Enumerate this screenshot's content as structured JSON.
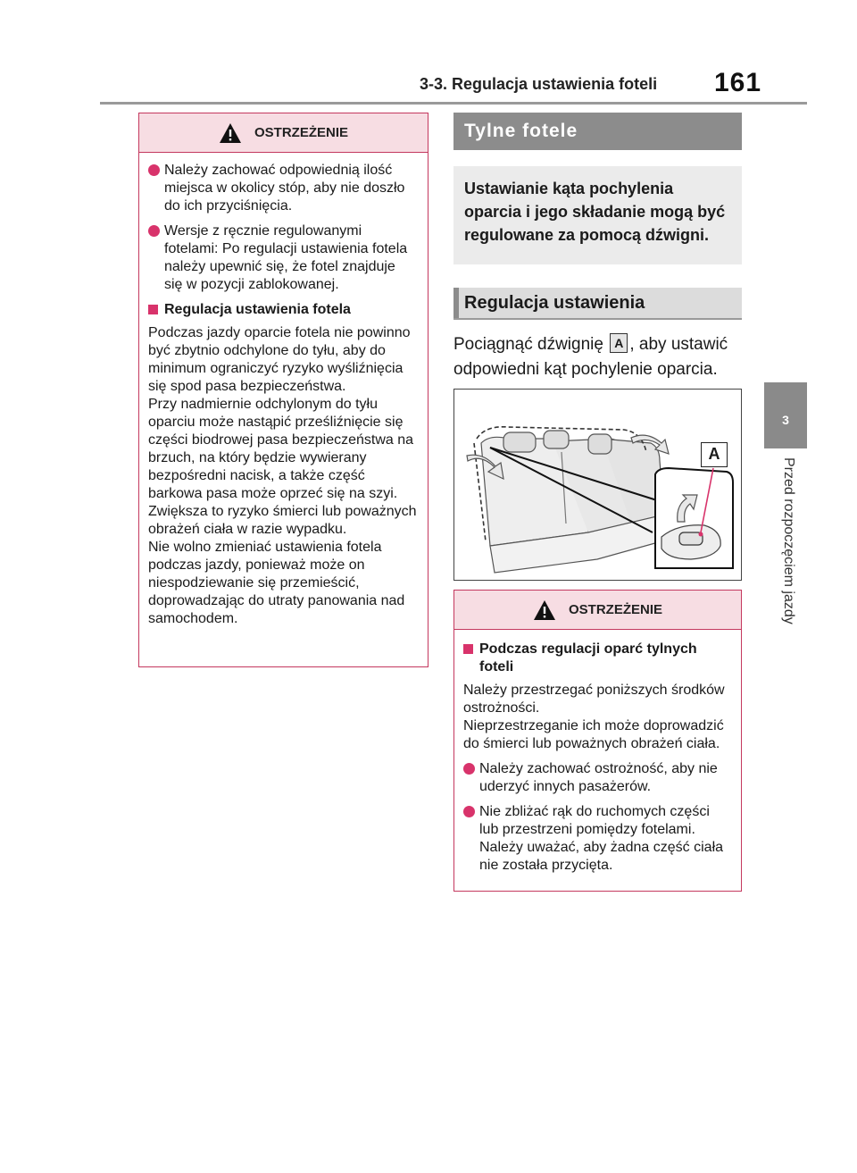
{
  "header": {
    "section_title": "3-3. Regulacja ustawienia foteli",
    "page_number": "161"
  },
  "side_tab": {
    "chapter_number": "3",
    "chapter_title": "Przed rozpoczęciem jazdy"
  },
  "left_warning": {
    "title": "OSTRZEŻENIE",
    "bullets": [
      "Należy zachować odpowiednią ilość miejsca w okolicy stóp, aby nie doszło do ich przyciśnięcia.",
      "Wersje z ręcznie regulowanymi fotelami: Po regulacji ustawienia fotela należy upewnić się, że fotel znajduje się w pozycji zablokowanej."
    ],
    "subheading": "Regulacja ustawienia fotela",
    "paragraph": "Podczas jazdy oparcie fotela nie powinno być zbytnio odchylone do tyłu, aby do minimum ograniczyć ryzyko wyśliźnięcia się spod pasa bezpieczeństwa.\nPrzy nadmiernie odchylonym do tyłu oparciu może nastąpić prześliźnięcie się części biodrowej pasa bezpieczeństwa na brzuch, na który będzie wywierany bezpośredni nacisk, a także część barkowa pasa może oprzeć się na szyi. Zwiększa to ryzyko śmierci lub poważnych obrażeń ciała w razie wypadku.\nNie wolno zmieniać ustawienia fotela podczas jazdy, ponieważ może on niespodziewanie się przemieścić, doprowadzając do utraty panowania nad samochodem."
  },
  "right_column": {
    "section_title": "Tylne fotele",
    "intro": "Ustawianie kąta pochylenia oparcia i jego składanie mogą być regulowane za pomocą dźwigni.",
    "subsection_title": "Regulacja ustawienia",
    "instruction_before": "Pociągnąć dźwignię",
    "instruction_callout": "A",
    "instruction_after": ", aby ustawić odpowiedni kąt pochylenie oparcia.",
    "figure_label": "A"
  },
  "right_warning": {
    "title": "OSTRZEŻENIE",
    "subheading": "Podczas regulacji oparć tylnych foteli",
    "paragraph": "Należy przestrzegać poniższych środków ostrożności.\nNieprzestrzeganie ich może doprowadzić do śmierci lub poważnych obrażeń ciała.",
    "bullets": [
      "Należy zachować ostrożność, aby nie uderzyć innych pasażerów.",
      "Nie zbliżać rąk do ruchomych części lub przestrzeni pomiędzy fotelami. Należy uważać, aby żadna część ciała nie została przycięta."
    ]
  },
  "colors": {
    "warning_border": "#c4385e",
    "warning_header_bg": "#f7dde3",
    "bullet": "#d8336b",
    "section_dark": "#8c8c8c"
  }
}
